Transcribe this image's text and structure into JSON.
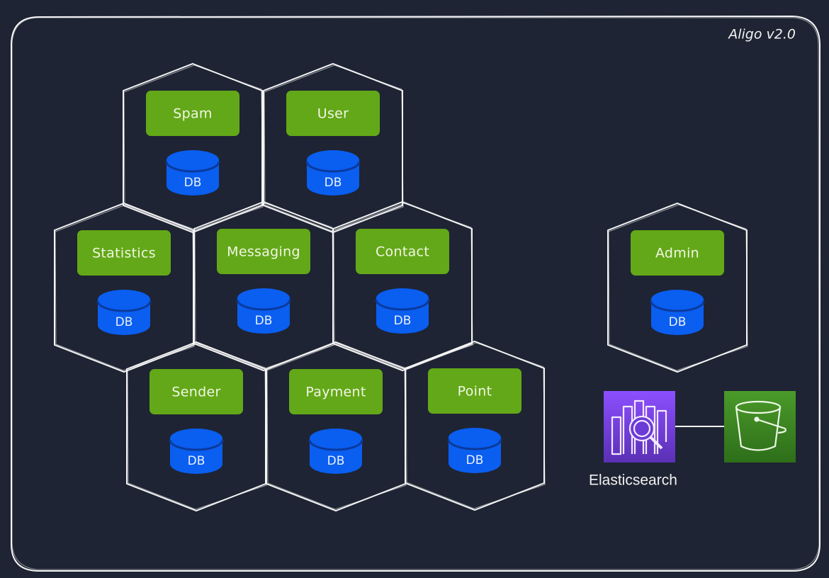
{
  "diagram": {
    "title": "Aligo v2.0",
    "colors": {
      "background": "#1e2433",
      "stroke": "#f4f4f4",
      "service_fill": "#63a818",
      "db_fill": "#0a5ef0",
      "db_top": "#0a5ef0",
      "db_rim": "#0b3a9c",
      "es_fill_top": "#8c4fff",
      "es_fill_bottom": "#5a30b5",
      "s3_fill_top": "#4a9a2a",
      "s3_fill_bottom": "#2e6e1a"
    },
    "services": [
      {
        "id": "spam",
        "label": "Spam",
        "db_label": "DB",
        "row": 1
      },
      {
        "id": "user",
        "label": "User",
        "db_label": "DB",
        "row": 1
      },
      {
        "id": "statistics",
        "label": "Statistics",
        "db_label": "DB",
        "row": 2
      },
      {
        "id": "messaging",
        "label": "Messaging",
        "db_label": "DB",
        "row": 2
      },
      {
        "id": "contact",
        "label": "Contact",
        "db_label": "DB",
        "row": 2
      },
      {
        "id": "sender",
        "label": "Sender",
        "db_label": "DB",
        "row": 3
      },
      {
        "id": "payment",
        "label": "Payment",
        "db_label": "DB",
        "row": 3
      },
      {
        "id": "point",
        "label": "Point",
        "db_label": "DB",
        "row": 3
      },
      {
        "id": "admin",
        "label": "Admin",
        "db_label": "DB",
        "row": 2,
        "standalone": true
      }
    ],
    "external": {
      "elasticsearch": {
        "label": "Elasticsearch",
        "icon": "elasticsearch-icon"
      },
      "s3": {
        "label": "",
        "icon": "s3-bucket-icon"
      },
      "connection": "elasticsearch-to-s3"
    }
  }
}
